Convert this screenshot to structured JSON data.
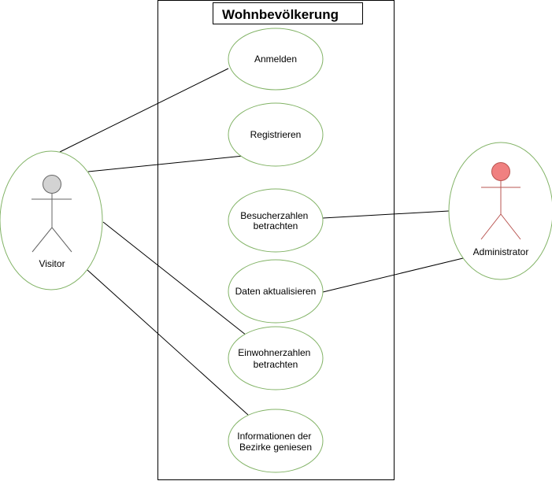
{
  "diagram": {
    "title": "Wohnbevölkerung",
    "colors": {
      "ellipse_stroke": "#82b366",
      "ellipse_fill": "#ffffff",
      "line": "#000000",
      "visitor_head_fill": "#d3d3d3",
      "visitor_head_stroke": "#666666",
      "visitor_body": "#666666",
      "admin_head_fill": "#f08080",
      "admin_head_stroke": "#b85450",
      "admin_body": "#b85450"
    },
    "actors": {
      "visitor": {
        "label": "Visitor"
      },
      "administrator": {
        "label": "Administrator"
      }
    },
    "use_cases": [
      {
        "id": "anmelden",
        "lines": [
          "Anmelden"
        ]
      },
      {
        "id": "registrieren",
        "lines": [
          "Registrieren"
        ]
      },
      {
        "id": "besucherzahlen",
        "lines": [
          "Besucherzahlen",
          "betrachten"
        ]
      },
      {
        "id": "daten",
        "lines": [
          "Daten aktualisieren"
        ]
      },
      {
        "id": "einwohnerzahlen",
        "lines": [
          "Einwohnerzahlen",
          "betrachten"
        ]
      },
      {
        "id": "informationen",
        "lines": [
          "Informationen der",
          "Bezirke geniesen"
        ]
      }
    ]
  }
}
